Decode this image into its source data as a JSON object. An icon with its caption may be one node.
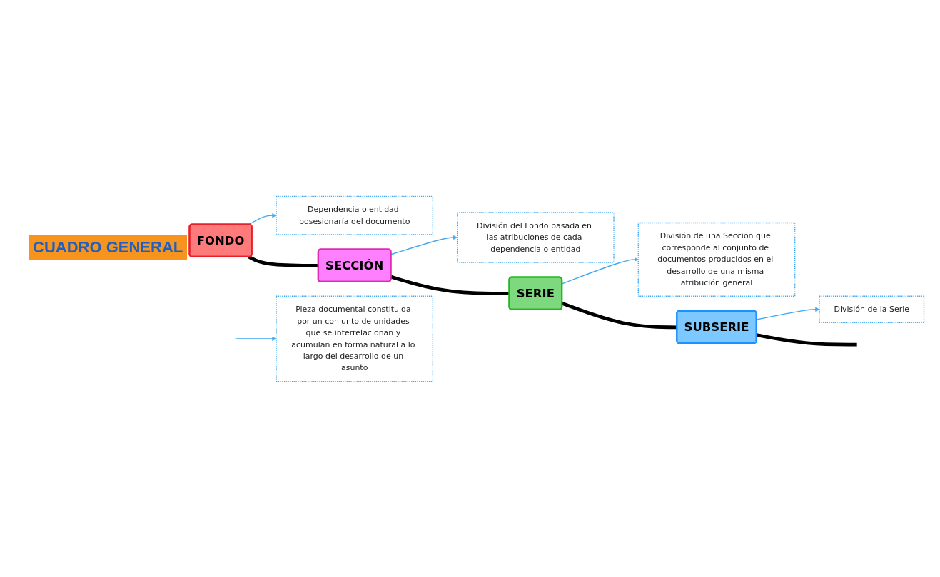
{
  "diagram": {
    "nodes": [
      {
        "text": [
          "FONDO"
        ]
      },
      {
        "text": [
          "Dependencia o entidad posesionaría del documento"
        ]
      },
      {
        "text": [
          "SECCIÓN"
        ]
      },
      {
        "text": [
          "División del Fondo basada en las atribuciones de cada dependencia o entidad"
        ]
      },
      {
        "text": [
          "SERIE"
        ]
      },
      {
        "text": [
          "División de una Sección que corresponde al conjunto de documentos producidos en el desarrollo de una misma atribución general"
        ]
      },
      {
        "text": [
          "SUBSERIE"
        ]
      },
      {
        "text": [
          "División de la Serie"
        ]
      },
      {
        "text": [
          "Pieza documental constituida por un conjunto de unidades que se interrelacionan y acumulan en forma natural a lo largo del desarrollo de un asunto"
        ]
      }
    ],
    "edges": [
      {
        "from": 0,
        "to": 1,
        "arrow": "to"
      },
      {
        "from": 0,
        "to": 2,
        "arrow": "none",
        "style": "thick",
        "color": "#000000"
      },
      {
        "from": 2,
        "to": 3,
        "arrow": "to"
      },
      {
        "from": 2,
        "to": 4,
        "arrow": "none",
        "style": "thick",
        "color": "#000000"
      },
      {
        "from": 4,
        "to": 5,
        "arrow": "to"
      },
      {
        "from": 4,
        "to": 6,
        "arrow": "none",
        "style": "thick",
        "color": "#000000"
      },
      {
        "from": 6,
        "to": 7,
        "arrow": "to"
      },
      {
        "from": 6,
        "to": null,
        "arrow": "none",
        "style": "thick",
        "color": "#000000"
      },
      {
        "from": null,
        "to": 8,
        "arrow": "to"
      }
    ],
    "labels": [
      "CUADRO GENERAL"
    ]
  }
}
